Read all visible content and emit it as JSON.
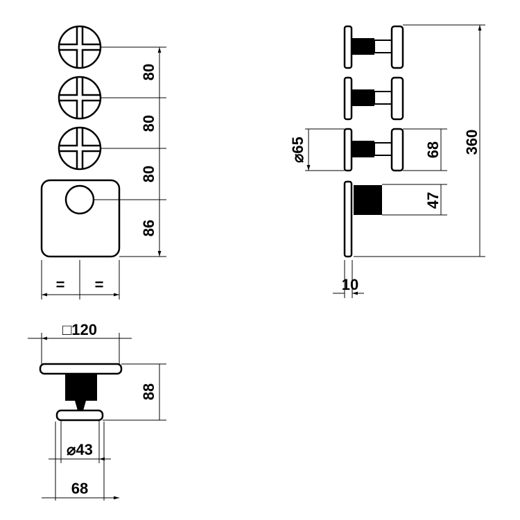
{
  "front_view": {
    "spacings": [
      "80",
      "80",
      "80",
      "86"
    ],
    "equal_left": "=",
    "equal_right": "="
  },
  "side_view": {
    "diameter_handle": "⌀65",
    "handle_depth": "68",
    "knob_depth": "47",
    "total_height": "360",
    "plate_thickness": "10"
  },
  "top_view": {
    "plate_size": "□120",
    "depth": "88",
    "knob_diameter": "⌀43",
    "handle_width": "68"
  }
}
